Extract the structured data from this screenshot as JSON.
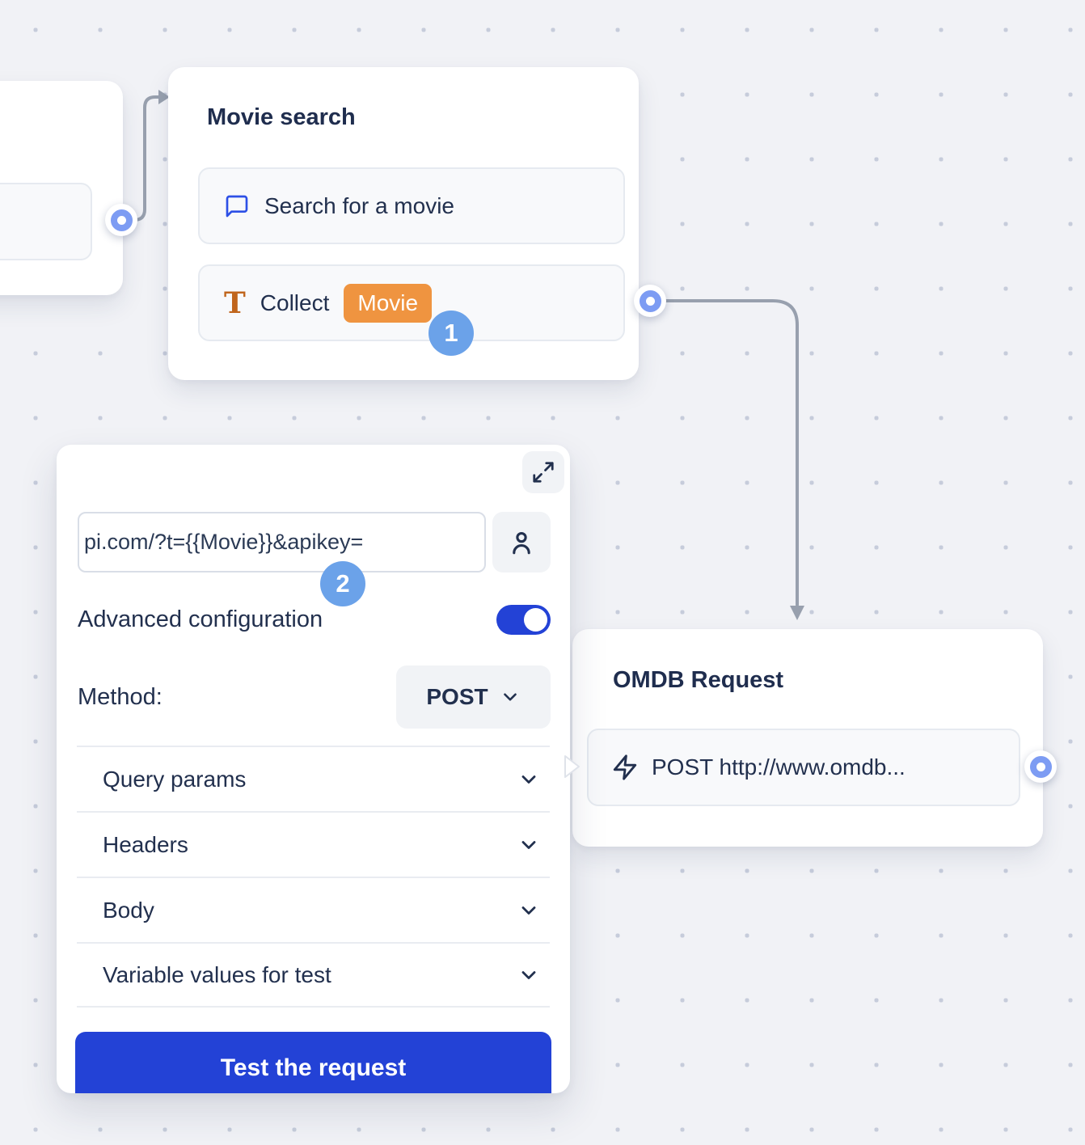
{
  "canvas": {
    "background": "#f1f2f6",
    "dot_color": "#c6ccdb"
  },
  "movie_search_node": {
    "title": "Movie search",
    "items": [
      {
        "icon": "chat-bubble-icon",
        "label": "Search for a movie"
      },
      {
        "icon": "text-collect-icon",
        "label": "Collect",
        "variable_chip": "Movie"
      }
    ]
  },
  "omdb_node": {
    "title": "OMDB Request",
    "items": [
      {
        "icon": "lightning-icon",
        "label": "POST http://www.omdb..."
      }
    ]
  },
  "editor": {
    "url_value": "pi.com/?t={{Movie}}&apikey=",
    "advanced_label": "Advanced configuration",
    "advanced_enabled": true,
    "method_label": "Method:",
    "method_value": "POST",
    "sections": [
      {
        "label": "Query params"
      },
      {
        "label": "Headers"
      },
      {
        "label": "Body"
      },
      {
        "label": "Variable values for test"
      }
    ],
    "test_button": "Test the request"
  },
  "steps": {
    "one": "1",
    "two": "2"
  },
  "colors": {
    "accent_blue": "#2342d6",
    "chip_orange": "#ef9440",
    "step_badge_blue": "#6ba2e9",
    "port_ring_blue": "#7d9cf3",
    "connector_gray": "#98a0ae",
    "icon_blue": "#2d50e6",
    "icon_orange": "#c0651c",
    "text_navy": "#22304e"
  }
}
